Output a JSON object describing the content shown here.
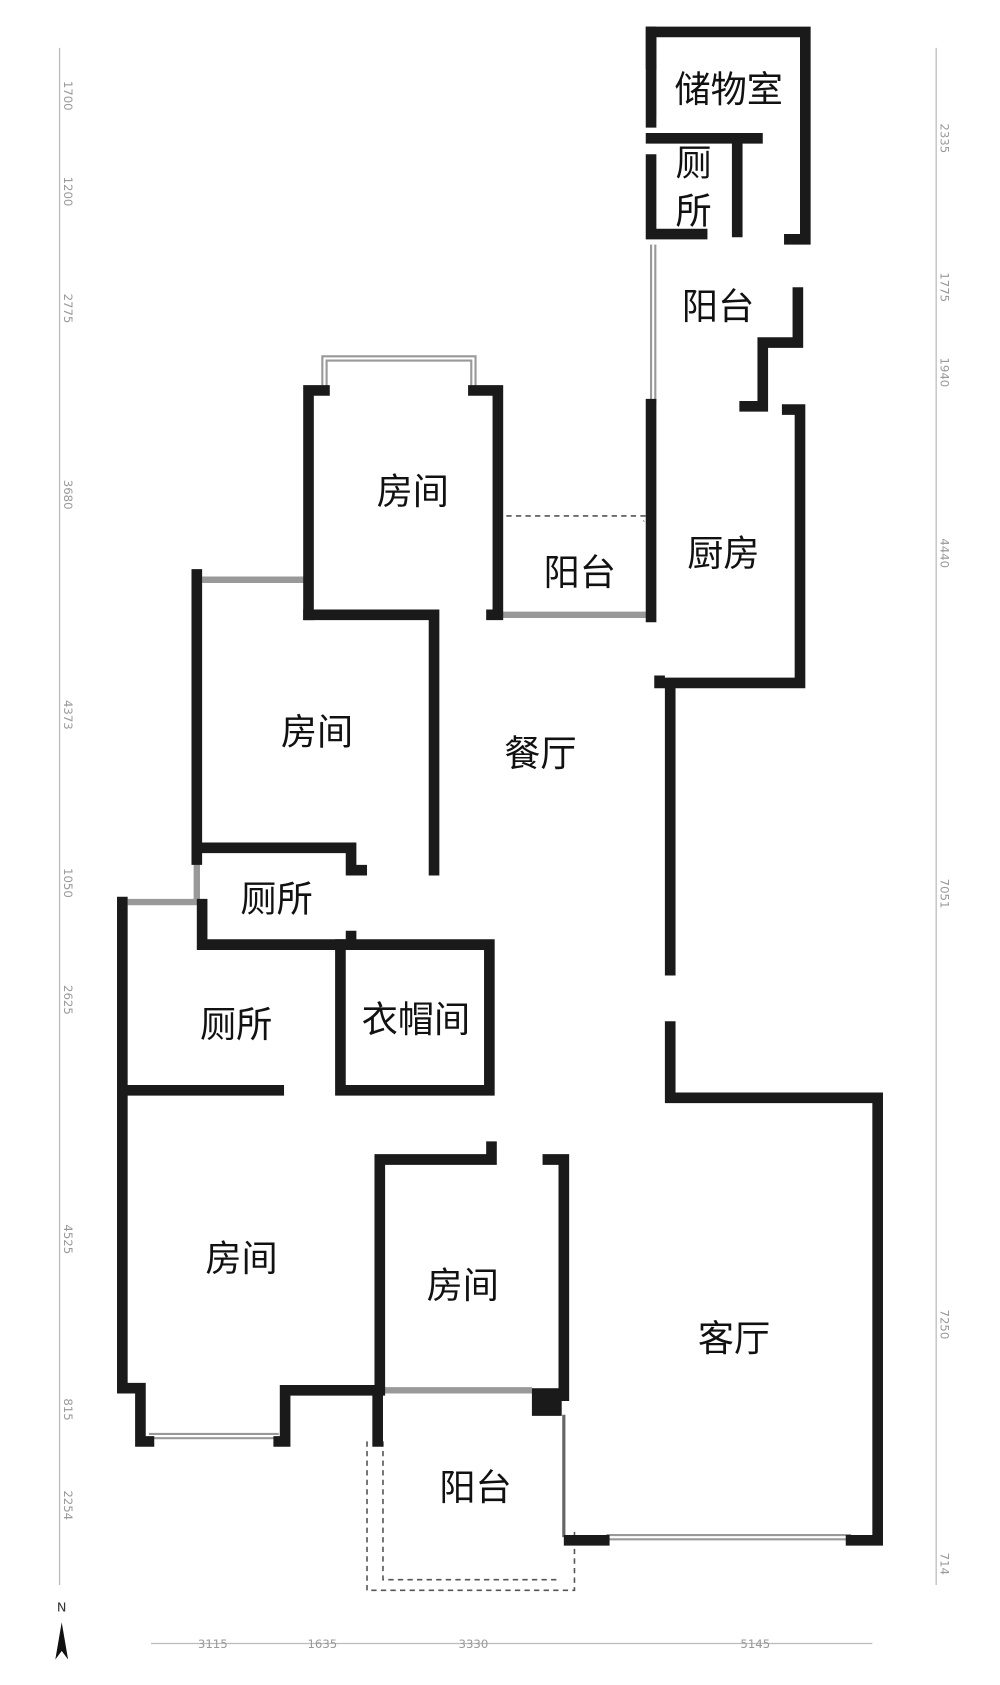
{
  "rooms": {
    "storage": "储物室",
    "toilet_top_1": "厕",
    "toilet_top_2": "所",
    "balcony_top": "阳台",
    "bedroom_top": "房间",
    "balcony_small": "阳台",
    "kitchen": "厨房",
    "bedroom_mid": "房间",
    "dining": "餐厅",
    "toilet_mid": "厕所",
    "toilet_left": "厕所",
    "cloakroom": "衣帽间",
    "bedroom_bottom_left": "房间",
    "bedroom_bottom_mid": "房间",
    "living": "客厅",
    "balcony_bottom": "阳台"
  },
  "dimensions": {
    "left": [
      "1700",
      "1200",
      "2775",
      "3680",
      "4373",
      "1050",
      "2625",
      "4525",
      "815",
      "2254"
    ],
    "right": [
      "2335",
      "1775",
      "1940",
      "4440",
      "7051",
      "7250",
      "714"
    ],
    "bottom": [
      "3115",
      "1635",
      "3330",
      "5145"
    ]
  },
  "compass": {
    "label": "N"
  }
}
